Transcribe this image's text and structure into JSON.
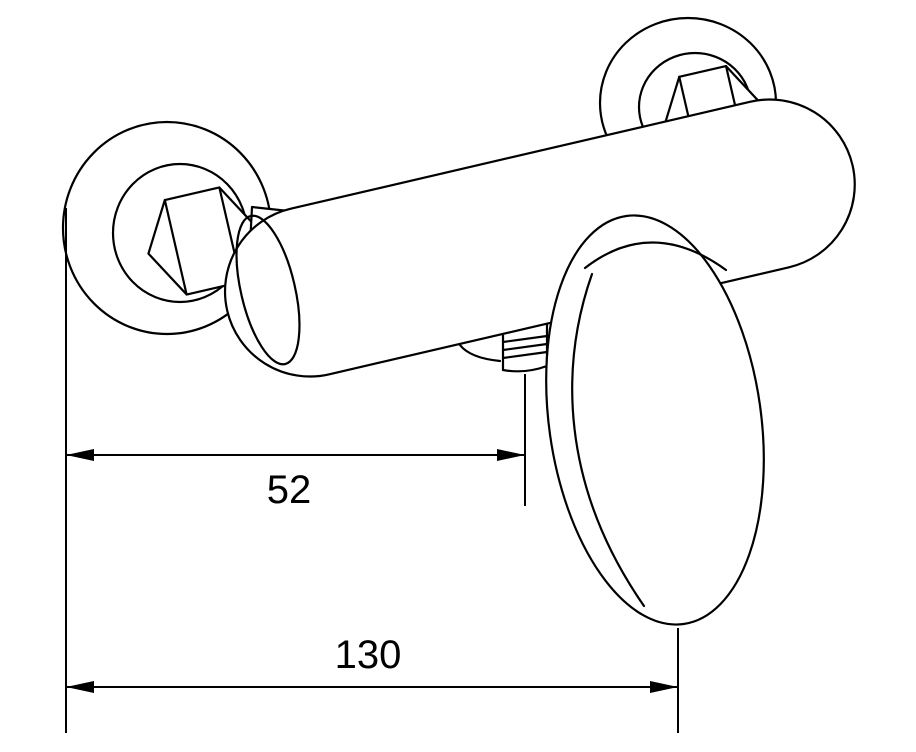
{
  "diagram": {
    "background_color": "#ffffff",
    "line_color": "#000000",
    "subject": "wall-mounted shower mixer tap, technical line drawing with dimensions",
    "dimensions": {
      "outlet_distance": {
        "label": "52",
        "orientation": "horizontal"
      },
      "overall_depth": {
        "label": "130",
        "orientation": "horizontal"
      }
    }
  }
}
